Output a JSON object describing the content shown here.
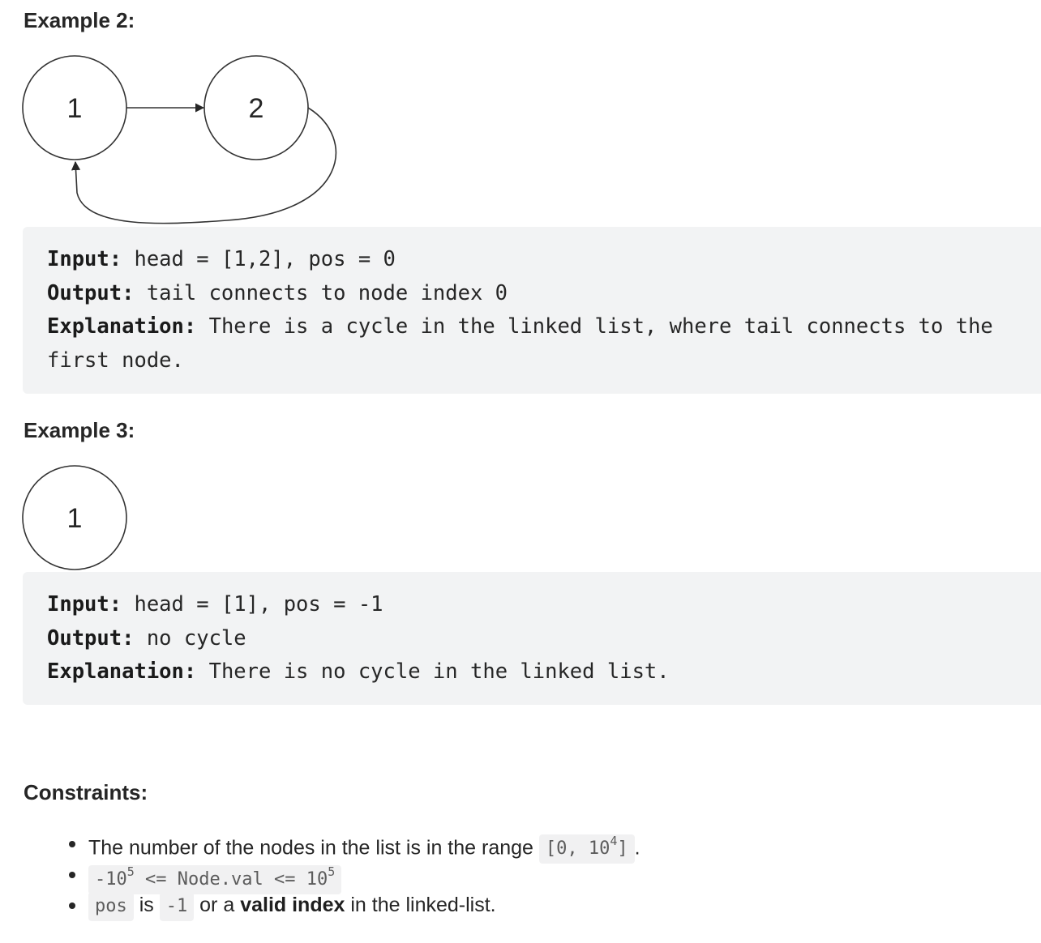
{
  "example2": {
    "heading": "Example 2:",
    "nodes": [
      "1",
      "2"
    ],
    "input_label": "Input:",
    "input_value": " head = [1,2], pos = 0",
    "output_label": "Output:",
    "output_value": " tail connects to node index 0",
    "explanation_label": "Explanation:",
    "explanation_value": " There is a cycle in the linked list, where tail connects to the first node."
  },
  "example3": {
    "heading": "Example 3:",
    "nodes": [
      "1"
    ],
    "input_label": "Input:",
    "input_value": " head = [1], pos = -1",
    "output_label": "Output:",
    "output_value": " no cycle",
    "explanation_label": "Explanation:",
    "explanation_value": " There is no cycle in the linked list."
  },
  "constraints": {
    "heading": "Constraints:",
    "item1": {
      "text": "The number of the nodes in the list is in the range ",
      "code_open": "[0, 10",
      "code_exp": "4",
      "code_close": "]",
      "trail": "."
    },
    "item2": {
      "code_a": "-10",
      "code_a_exp": "5",
      "code_mid": " <= Node.val <= 10",
      "code_b_exp": "5"
    },
    "item3": {
      "code_pos": "pos",
      "text_is": " is ",
      "code_neg": "-1",
      "text_or": " or a ",
      "bold": "valid index",
      "text_end": " in the linked-list."
    }
  }
}
